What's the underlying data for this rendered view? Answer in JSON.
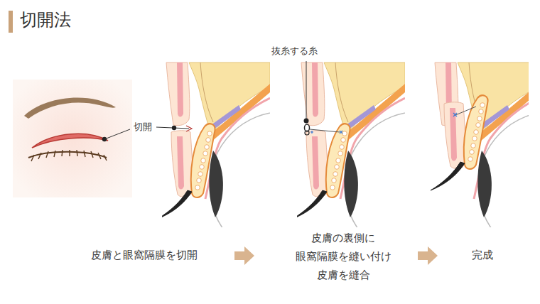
{
  "diagram": {
    "title": "切開法",
    "labels": [
      "切開",
      "抜糸する糸",
      "皮膚と眼窩隔膜を切開",
      "皮膚の裏側に 眼窩隔膜を縫い付け 皮膚を縫合",
      "完成"
    ]
  }
}
